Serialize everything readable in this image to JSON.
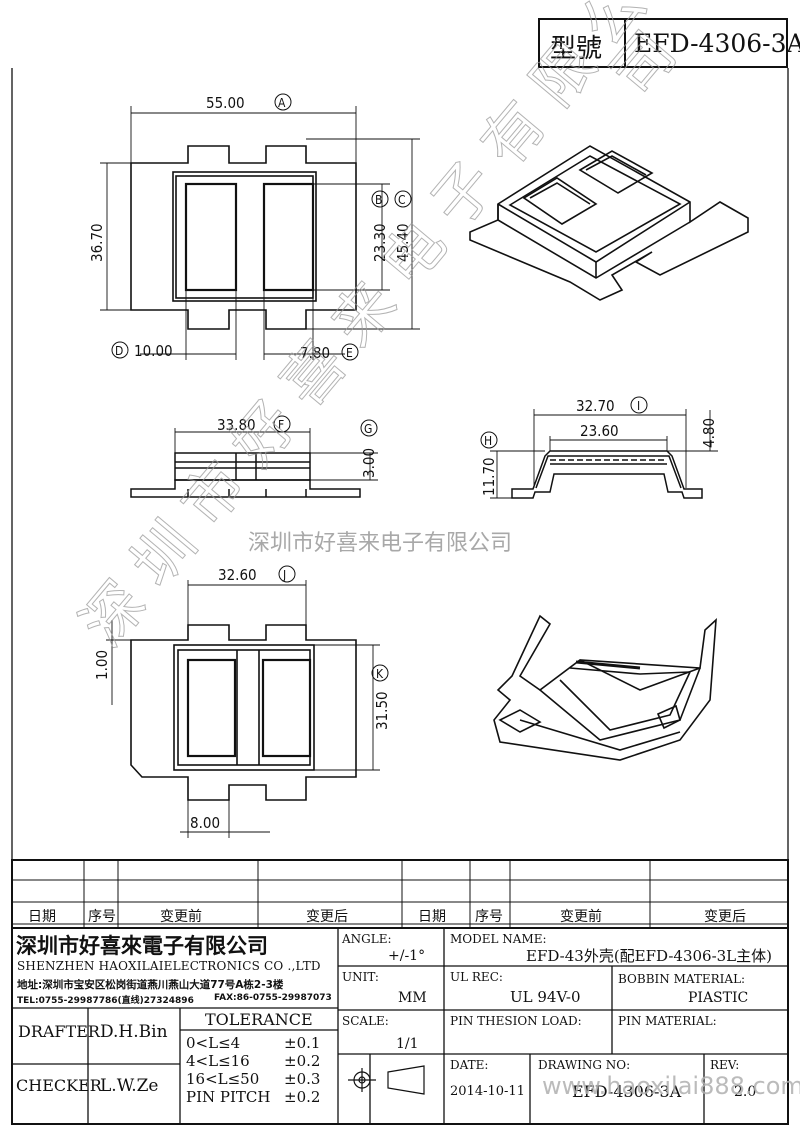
{
  "header": {
    "model_label": "型號",
    "model_no": "EFD-4306-3A"
  },
  "dims": {
    "a": "55.00",
    "a_tag": "A",
    "b": "23.30",
    "b_tag": "B",
    "c": "45.40",
    "c_tag": "C",
    "d": "10.00",
    "d_tag": "D",
    "e": "7.80",
    "e_tag": "E",
    "h_left": "36.70",
    "f": "33.80",
    "f_tag": "F",
    "g": "3.00",
    "g_tag": "G",
    "i": "32.70",
    "i_tag": "I",
    "inner_w": "23.60",
    "h": "11.70",
    "h_tag": "H",
    "h_right": "4.80",
    "j": "32.60",
    "j_tag": "J",
    "k": "31.50",
    "k_tag": "K",
    "one": "1.00",
    "eight": "8.00"
  },
  "watermark": {
    "chars": [
      "深",
      "圳",
      "市",
      "好",
      "喜",
      "来",
      "电",
      "子",
      "有",
      "限",
      "公",
      "司"
    ],
    "line": "深圳市好喜来电子有限公司",
    "url": "www.haoxilai888.com"
  },
  "revision": {
    "headers": [
      "日期",
      "序号",
      "变更前",
      "变更后",
      "日期",
      "序号",
      "变更前",
      "变更后"
    ]
  },
  "company": {
    "name_cn": "深圳市好喜來電子有限公司",
    "name_en": "SHENZHEN HAOXILAIELECTRONICS CO .,LTD",
    "address": "地址:深圳市宝安区松岗街道燕川燕山大道77号A栋2-3楼",
    "tel": "TEL:0755-29987786(直线)27324896",
    "fax": "FAX:86-0755-29987073"
  },
  "title_block": {
    "drafter_label": "DRAFTER",
    "drafter": "D.H.Bin",
    "checker_label": "CHECKER",
    "checker": "L.W.Ze",
    "tolerance_label": "TOLERANCE",
    "tol_rows": [
      {
        "range": "0<L≤4",
        "val": "±0.1"
      },
      {
        "range": "4<L≤16",
        "val": "±0.2"
      },
      {
        "range": "16<L≤50",
        "val": "±0.3"
      },
      {
        "range": "PIN PITCH",
        "val": "±0.2"
      }
    ],
    "angle_label": "ANGLE:",
    "angle": "+/-1°",
    "unit_label": "UNIT:",
    "unit": "MM",
    "scale_label": "SCALE:",
    "scale": "1/1",
    "model_name_label": "MODEL NAME:",
    "model_name": "EFD-43外壳(配EFD-4306-3L主体)",
    "ul_label": "UL REC:",
    "ul": "UL 94V-0",
    "bobbin_label": "BOBBIN MATERIAL:",
    "bobbin": "PIASTIC",
    "pin_load_label": "PIN THESION LOAD:",
    "pin_mat_label": "PIN MATERIAL:",
    "date_label": "DATE:",
    "date": "2014-10-11",
    "drawing_label": "DRAWING NO:",
    "drawing": "EFD-4306-3A",
    "rev_label": "REV:",
    "rev": "2.0"
  }
}
